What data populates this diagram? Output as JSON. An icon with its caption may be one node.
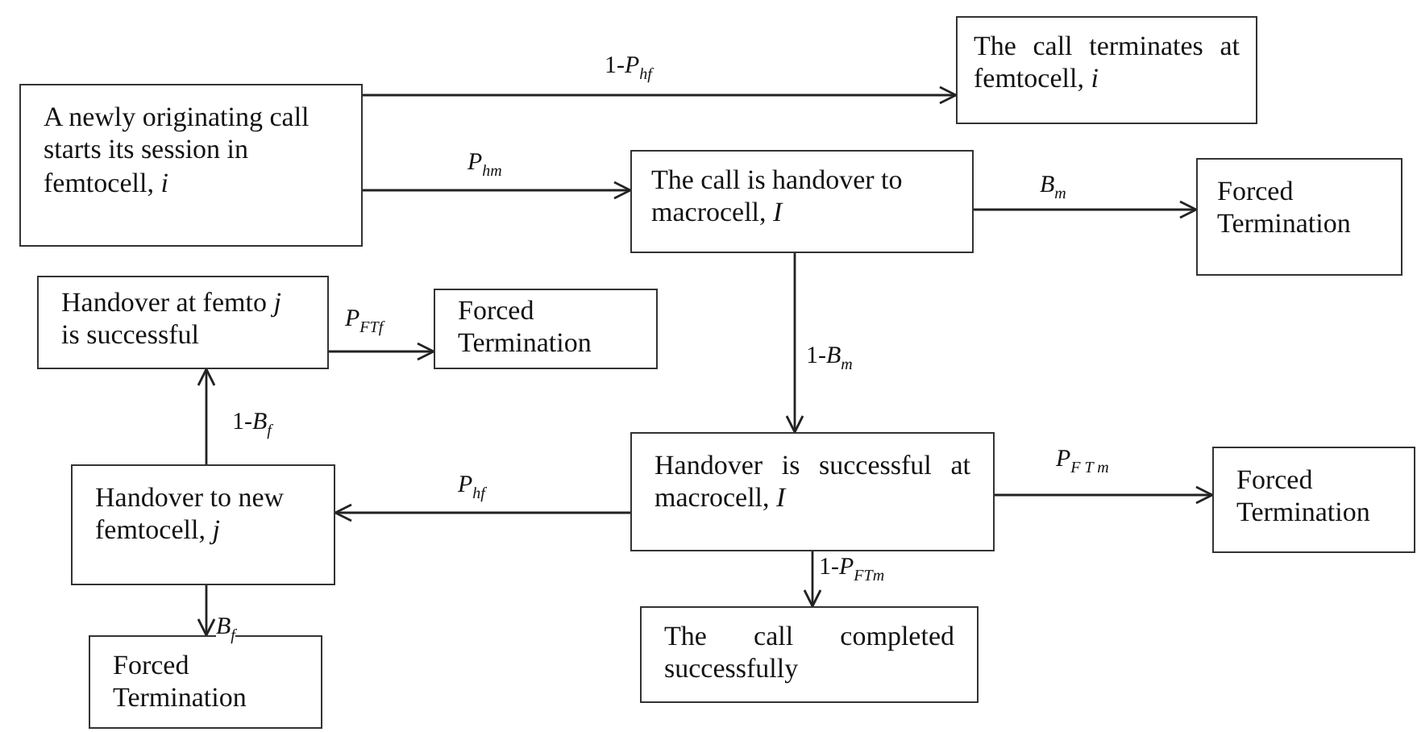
{
  "diagram": {
    "nodes": [
      {
        "text": [
          "A newly originating call starts its session in femtocell, *i*"
        ]
      },
      {
        "text": [
          "The call terminates at femtocell, *i*"
        ]
      },
      {
        "text": [
          "The call is handover to macrocell, *I*"
        ]
      },
      {
        "text": [
          "Forced Termination"
        ]
      },
      {
        "text": [
          "Handover at femto *j* is successful"
        ]
      },
      {
        "text": [
          "Forced Termination"
        ]
      },
      {
        "text": [
          "Handover to new femtocell, *j*"
        ]
      },
      {
        "text": [
          "Handover is successful at macrocell, *I*"
        ]
      },
      {
        "text": [
          "Forced Termination"
        ]
      },
      {
        "text": [
          "Forced Termination"
        ]
      },
      {
        "text": [
          "The call completed successfully"
        ]
      }
    ],
    "edges": [
      {
        "from": 0,
        "to": 1,
        "arrow": "to",
        "label": "1-*P*$_{hf}$"
      },
      {
        "from": 0,
        "to": 2,
        "arrow": "to",
        "label": "*P*$_{hm}$"
      },
      {
        "from": 2,
        "to": 3,
        "arrow": "to",
        "label": "*B*$_{m}$"
      },
      {
        "from": 2,
        "to": 7,
        "arrow": "to",
        "label": "1-*B*$_{m}$"
      },
      {
        "from": 7,
        "to": 6,
        "arrow": "to",
        "label": "*P*$_{hf}$"
      },
      {
        "from": 6,
        "to": 4,
        "arrow": "to",
        "label": "1-*B*$_{f}$"
      },
      {
        "from": 4,
        "to": 5,
        "arrow": "to",
        "label": "*P*$_{FTf}$"
      },
      {
        "from": 7,
        "to": 8,
        "arrow": "to",
        "label": "*P*$_{F T m}$"
      },
      {
        "from": 7,
        "to": 10,
        "arrow": "to",
        "label": "1-*P*$_{FTm}$"
      },
      {
        "from": 6,
        "to": 9,
        "arrow": "to",
        "label": "*B*$_{f}$"
      }
    ]
  }
}
